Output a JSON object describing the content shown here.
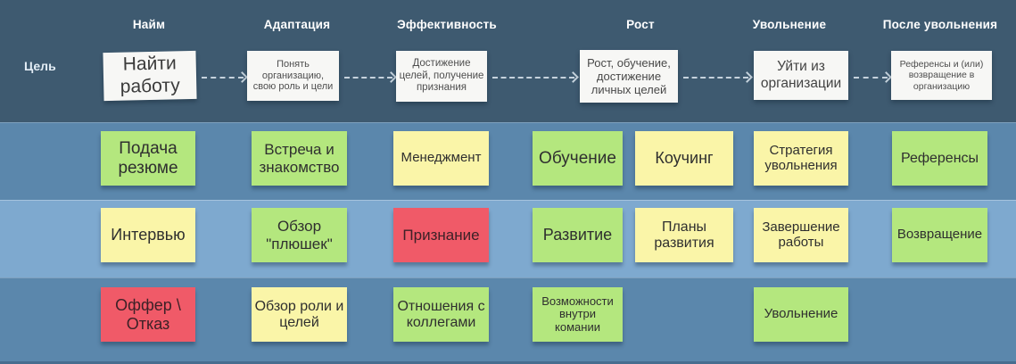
{
  "board": {
    "title": "employee-journey-map",
    "goal_row_label": "Цель"
  },
  "palette": {
    "band_top": "#3e5a70",
    "band_medium": "#5b87ac",
    "band_light": "#7ea9cf",
    "sticky_green": "#b4e77e",
    "sticky_yellow": "#faf5a8",
    "sticky_red": "#f05a68",
    "card_white": "#f7f7f5",
    "arrow": "#c6d3dd",
    "header_text": "#ffffff"
  },
  "columns": [
    {
      "label": "Найм"
    },
    {
      "label": "Адаптация"
    },
    {
      "label": "Эффективность"
    },
    {
      "label": "Рост"
    },
    {
      "label": "Увольнение"
    },
    {
      "label": "После увольнения"
    }
  ],
  "goals": [
    {
      "text": "Найти работу"
    },
    {
      "text": "Понять организацию, свою роль и цели"
    },
    {
      "text": "Достижение целей, получение признания"
    },
    {
      "text": "Рост, обучение, достижение личных целей"
    },
    {
      "text": "Уйти из организации"
    },
    {
      "text": "Референсы и (или) возвращение в организацию"
    }
  ],
  "rows": [
    {
      "name": "row-1",
      "items": [
        {
          "label": "Подача резюме",
          "color": "green"
        },
        {
          "label": "Встреча и знакомство",
          "color": "green"
        },
        {
          "label": "Менеджмент",
          "color": "yellow"
        },
        {
          "label": "Обучение",
          "color": "green"
        },
        {
          "label": "Коучинг",
          "color": "yellow"
        },
        {
          "label": "Стратегия увольнения",
          "color": "yellow"
        },
        {
          "label": "Референсы",
          "color": "green"
        }
      ]
    },
    {
      "name": "row-2",
      "items": [
        {
          "label": "Интервью",
          "color": "yellow"
        },
        {
          "label": "Обзор \"плюшек\"",
          "color": "green"
        },
        {
          "label": "Признание",
          "color": "red"
        },
        {
          "label": "Развитие",
          "color": "green"
        },
        {
          "label": "Планы развития",
          "color": "yellow"
        },
        {
          "label": "Завершение работы",
          "color": "yellow"
        },
        {
          "label": "Возвращение",
          "color": "green"
        }
      ]
    },
    {
      "name": "row-3",
      "items": [
        {
          "label": "Оффер \\ Отказ",
          "color": "red"
        },
        {
          "label": "Обзор роли и целей",
          "color": "yellow"
        },
        {
          "label": "Отношения с коллегами",
          "color": "green"
        },
        {
          "label": "Возможности внутри комании",
          "color": "green"
        },
        {
          "label": "Увольнение",
          "color": "green"
        }
      ]
    }
  ]
}
